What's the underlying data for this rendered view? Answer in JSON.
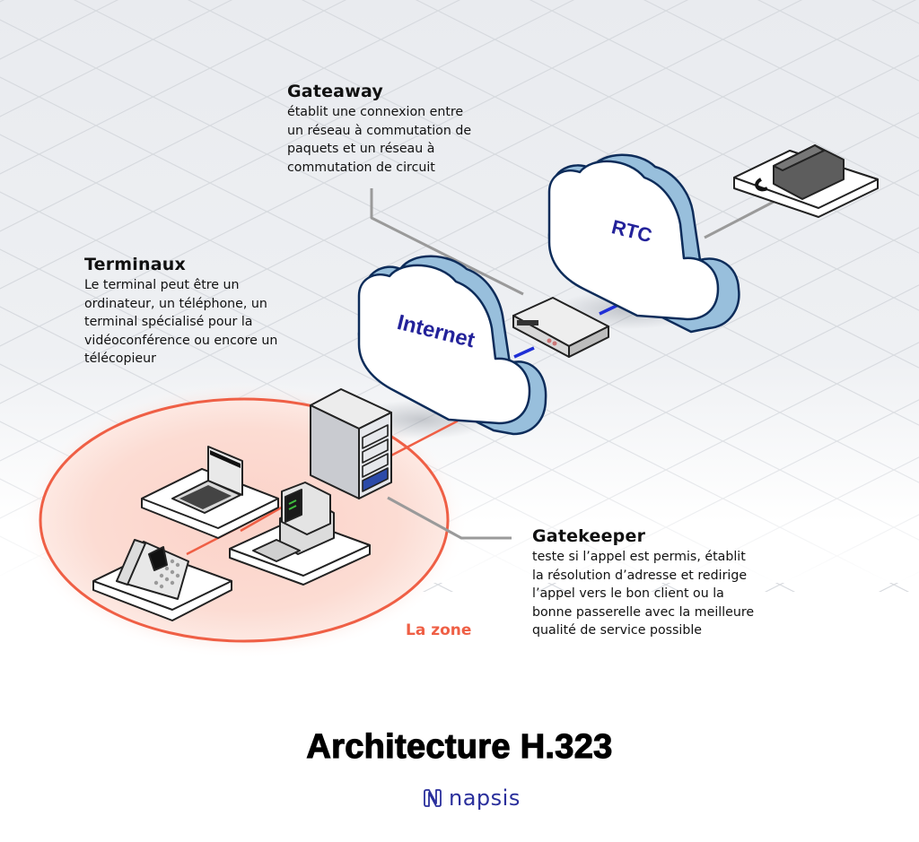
{
  "diagram": {
    "title": "Architecture H.323",
    "brand": {
      "name": "napsis",
      "icon": "napsis-logo-icon",
      "color": "#2a2f9c"
    },
    "colors": {
      "background_top": "#e9ebef",
      "background_bottom": "#ffffff",
      "zone": "#ef5f45",
      "cloud_outline": "#0d2c5a",
      "cloud_side_light": "#cfe5f7",
      "cloud_side_dark": "#98bfdc",
      "cloud_text": "#23229a",
      "link_blue": "#1f2fd6",
      "leader_gray": "#9a9a9a"
    },
    "nodes": {
      "internet": {
        "label": "Internet",
        "type": "cloud"
      },
      "rtc": {
        "label": "RTC",
        "type": "cloud"
      },
      "gateway_device": {
        "type": "switch",
        "icon": "network-switch-icon"
      },
      "pstn_phone": {
        "type": "desk-phone",
        "icon": "telephone-icon"
      },
      "gatekeeper_device": {
        "type": "server",
        "icon": "server-tower-icon"
      },
      "laptop": {
        "type": "terminal",
        "icon": "laptop-icon"
      },
      "desktop": {
        "type": "terminal",
        "icon": "desktop-computer-icon"
      },
      "ip_phone": {
        "type": "terminal",
        "icon": "ip-phone-icon"
      }
    },
    "zone": {
      "label": "La zone"
    },
    "annotations": {
      "gateway": {
        "title": "Gateaway",
        "body": "établit une connexion entre\nun réseau à commutation de\npaquets et un réseau à\ncommutation de circuit"
      },
      "terminaux": {
        "title": "Terminaux",
        "body": "Le terminal peut être un\nordinateur, un téléphone, un\nterminal spécialisé pour la\nvidéoconférence ou encore un\ntélécopieur"
      },
      "gatekeeper": {
        "title": "Gatekeeper",
        "body": "teste si l’appel est permis, établit\nla résolution d’adresse et redirige\nl’appel vers le bon client ou la\nbonne passerelle avec la meilleure\nqualité de service possible"
      }
    }
  }
}
